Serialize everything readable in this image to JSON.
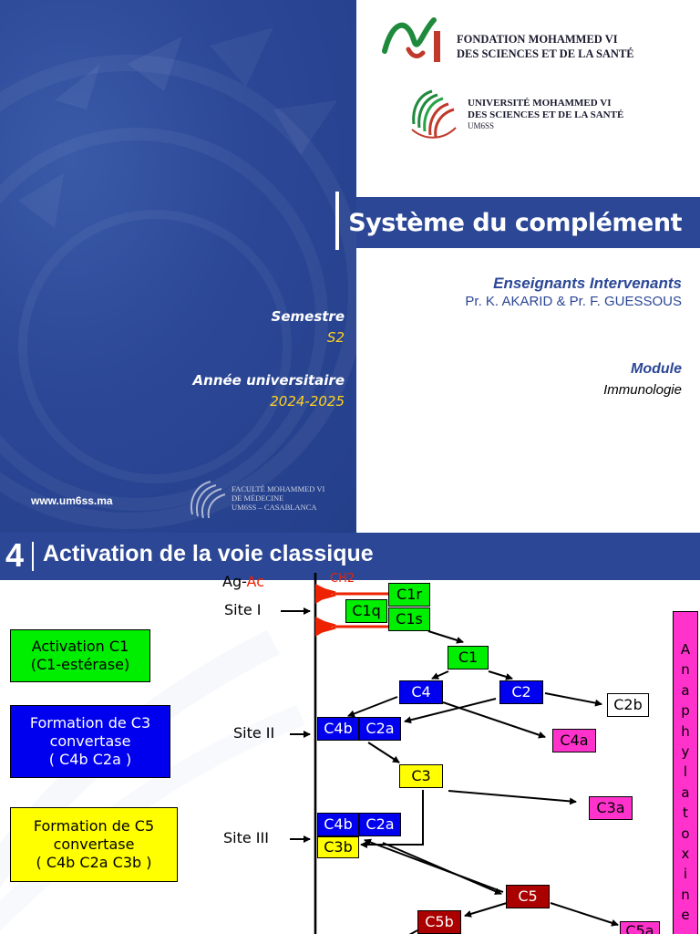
{
  "slide1": {
    "foundation_name_line1": "FONDATION MOHAMMED VI",
    "foundation_name_line2": "DES SCIENCES ET DE LA SANTÉ",
    "university_line1": "UNIVERSITÉ MOHAMMED VI",
    "university_line2": "DES SCIENCES ET DE LA SANTÉ",
    "university_line3": "UM6SS",
    "title": "Système du complément",
    "teachers_heading": "Enseignants Intervenants",
    "teachers_names": "Pr. K. AKARID & Pr. F. GUESSOUS",
    "semester_label": "Semestre",
    "semester_value": "S2",
    "year_label": "Année universitaire",
    "year_value": "2024-2025",
    "module_label": "Module",
    "module_value": "Immunologie",
    "website": "www.um6ss.ma",
    "faculty_line1": "FACULTÉ MOHAMMED VI",
    "faculty_line2": "DE MÉDECINE",
    "faculty_line3": "UM6SS – CASABLANCA",
    "colors": {
      "primary_blue": "#2b4796",
      "accent_yellow": "#ffd21f"
    }
  },
  "slide2": {
    "number": "4",
    "title": "Activation de la voie classique",
    "ag_label": "Ag-",
    "ac_label": "Ac",
    "ch2_label": "CH2",
    "site1": "Site I",
    "site2": "Site II",
    "site3": "Site III",
    "side_boxes": {
      "c1_line1": "Activation C1",
      "c1_line2": "(C1-estérase)",
      "c3conv_line1": "Formation de C3",
      "c3conv_line2": "convertase",
      "c3conv_line3": "( C4b C2a )",
      "c5conv_line1": "Formation de C5",
      "c5conv_line2": "convertase",
      "c5conv_line3": "( C4b C2a C3b )"
    },
    "molecules": {
      "c1r": "C1r",
      "c1q": "C1q",
      "c1s": "C1s",
      "c1": "C1",
      "c4": "C4",
      "c2": "C2",
      "c2b": "C2b",
      "c4a": "C4a",
      "c4b_site2": "C4b",
      "c2a_site2": "C2a",
      "c3": "C3",
      "c3a": "C3a",
      "c4b_site3": "C4b",
      "c2a_site3": "C2a",
      "c3b": "C3b",
      "c5": "C5",
      "c5b": "C5b",
      "c5a": "C5a"
    },
    "vertical_word": [
      "A",
      "n",
      "a",
      "p",
      "h",
      "y",
      "l",
      "a",
      "t",
      "o",
      "x",
      "i",
      "n",
      "e"
    ],
    "colors": {
      "green": "#00ee00",
      "blue": "#0000ee",
      "yellow": "#ffff00",
      "magenta": "#ff33cc",
      "dark_red": "#aa0000",
      "antibody_red": "#ee2200"
    }
  }
}
